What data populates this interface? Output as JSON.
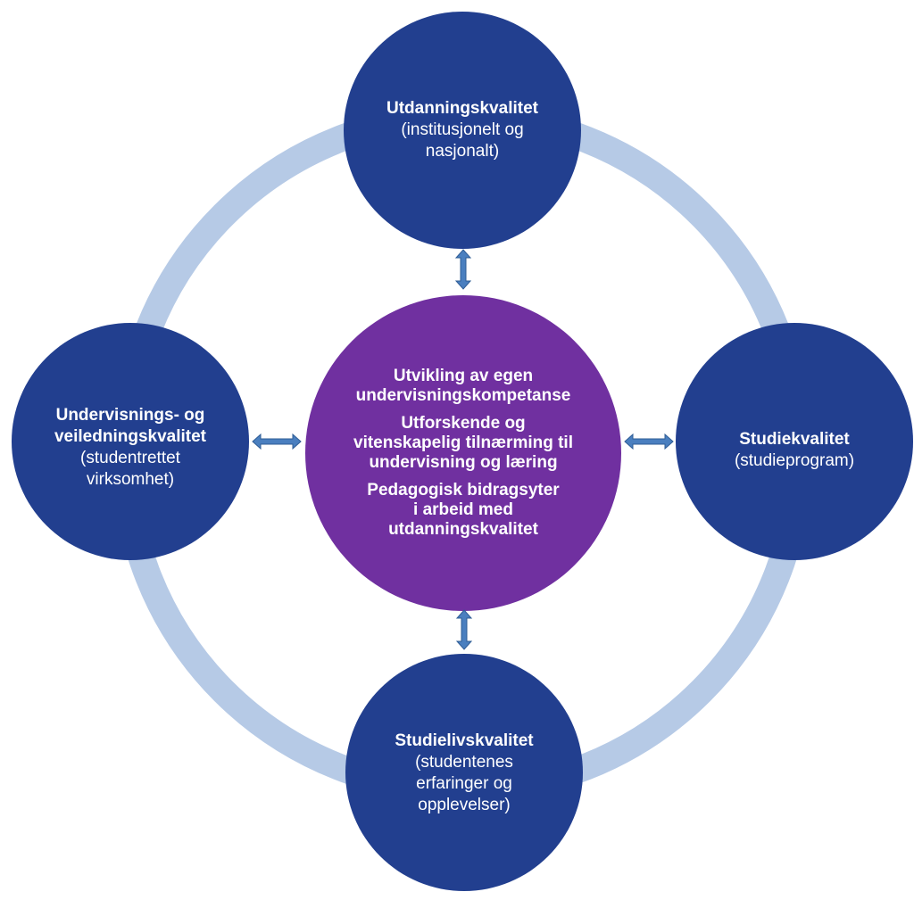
{
  "colors": {
    "ring": "#b6cae6",
    "outer_circle": "#223f8f",
    "center_circle": "#7030a0",
    "arrow_fill": "#4a7fbf",
    "arrow_stroke": "#2f5d96",
    "text": "#ffffff"
  },
  "nodes": {
    "top": {
      "title": "Utdanningskvalitet",
      "subtitle": "(institusjonelt og nasjonalt)"
    },
    "right": {
      "title": "Studiekvalitet",
      "subtitle": "(studieprogram)"
    },
    "bottom": {
      "title": "Studielivskvalitet",
      "subtitle": "(studentenes erfaringer og opplevelser)"
    },
    "left": {
      "title": "Undervisnings- og veiledningskvalitet",
      "subtitle": "(studentrettet virksomhet)"
    }
  },
  "center": {
    "line1": "Utvikling av egen undervisningskompetanse",
    "line2": "Utforskende og vitenskapelig tilnærming til undervisning og læring",
    "line3": "Pedagogisk bidragsyter i arbeid med utdanningskvalitet"
  }
}
